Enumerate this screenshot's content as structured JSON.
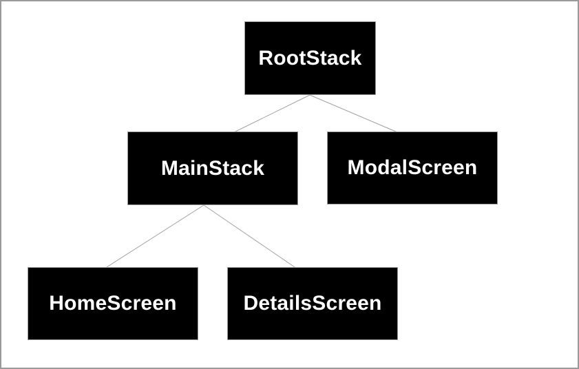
{
  "diagram": {
    "type": "tree",
    "nodes": [
      {
        "id": "root",
        "label": "RootStack"
      },
      {
        "id": "main",
        "label": "MainStack"
      },
      {
        "id": "modal",
        "label": "ModalScreen"
      },
      {
        "id": "home",
        "label": "HomeScreen"
      },
      {
        "id": "details",
        "label": "DetailsScreen"
      }
    ],
    "edges": [
      {
        "from": "RootStack",
        "to": "MainStack"
      },
      {
        "from": "RootStack",
        "to": "ModalScreen"
      },
      {
        "from": "MainStack",
        "to": "HomeScreen"
      },
      {
        "from": "MainStack",
        "to": "DetailsScreen"
      }
    ],
    "colors": {
      "canvas_bg": "#ffffff",
      "canvas_border": "#999999",
      "node_fill": "#000000",
      "node_border": "#9a9a9a",
      "node_text": "#ffffff",
      "edge": "#a0a0a0"
    }
  }
}
